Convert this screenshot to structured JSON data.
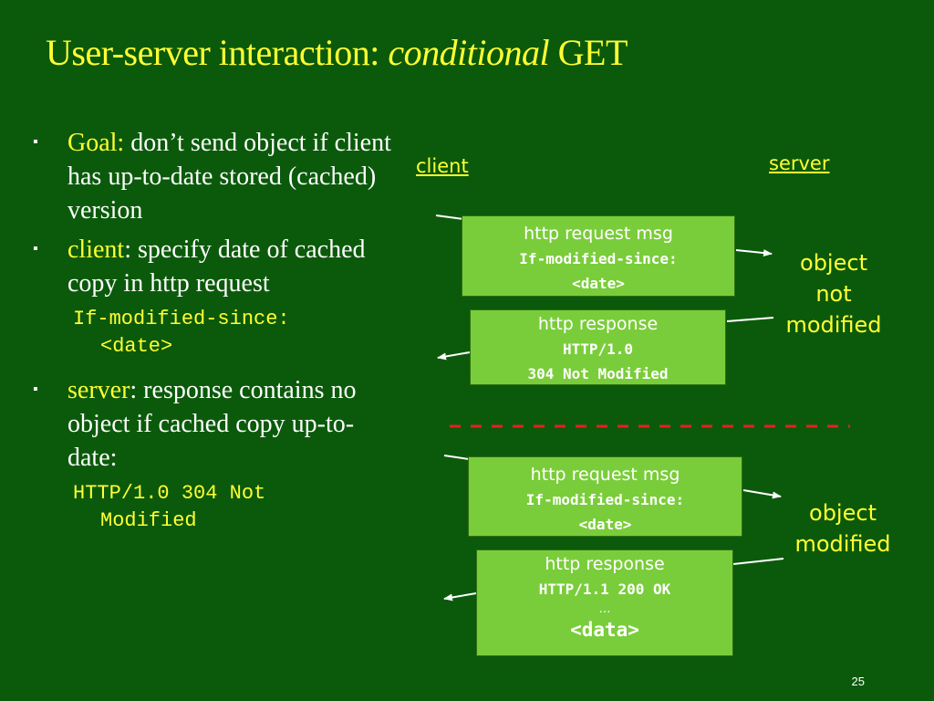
{
  "title": {
    "part1": "User-server interaction: ",
    "italic": "conditional",
    "part2": " GET"
  },
  "bullets": [
    {
      "marker": "▪",
      "keyword": "Goal:",
      "text": " don’t send object if client has up-to-date stored (cached) version"
    },
    {
      "marker": "▪",
      "keyword": "client",
      "text": ": specify date of cached copy in http request",
      "code_line1": "If-modified-since:",
      "code_line2": "<date>"
    },
    {
      "marker": "▪",
      "keyword": "server",
      "text": ": response contains no object if cached copy up-to-date:",
      "code_line1": "HTTP/1.0 304 Not",
      "code_line2": "Modified"
    }
  ],
  "diagram": {
    "client_label": "client",
    "server_label": "server",
    "box1": {
      "line1": "http request msg",
      "line2": "If-modified-since:",
      "line3": "<date>"
    },
    "box2": {
      "line1": "http response",
      "line2": "HTTP/1.0",
      "line3": "304 Not Modified"
    },
    "box3": {
      "line1": "http request msg",
      "line2": "If-modified-since:",
      "line3": "<date>"
    },
    "box4": {
      "line1": "http response",
      "line2": "HTTP/1.1 200 OK",
      "line3": "…",
      "line4": "<data>"
    },
    "note1": {
      "line1": "object",
      "line2": "not",
      "line3": "modified"
    },
    "note2": {
      "line1": "object",
      "line2": "modified"
    }
  },
  "colors": {
    "background": "#0b5a0b",
    "accent": "#ffff33",
    "box": "#7acd3a",
    "separator": "#e62020"
  },
  "page_number": "25"
}
